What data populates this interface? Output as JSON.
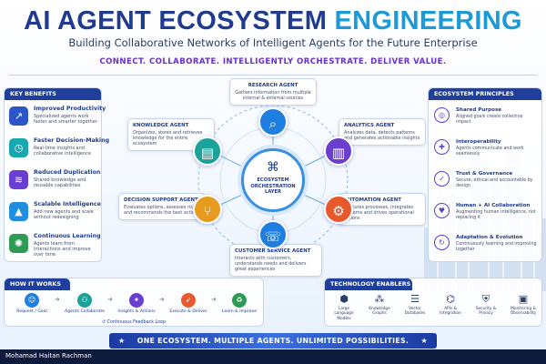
{
  "header": {
    "title_part1": "AI AGENT ECOSYSTEM",
    "title_part2": "ENGINEERING",
    "subtitle": "Building Collaborative Networks of Intelligent Agents for the Future Enterprise",
    "tagline": "CONNECT. COLLABORATE. INTELLIGENTLY ORCHESTRATE. DELIVER VALUE."
  },
  "benefits": {
    "heading": "KEY BENEFITS",
    "items": [
      {
        "title": "Improved Productivity",
        "desc": "Specialized agents work faster and smarter together",
        "icon": "trend-up-icon",
        "color": "#2a56c8"
      },
      {
        "title": "Faster Decision-Making",
        "desc": "Real-time insights and collaborative intelligence",
        "icon": "stopwatch-icon",
        "color": "#18a9b0"
      },
      {
        "title": "Reduced Duplication",
        "desc": "Shared knowledge and reusable capabilities",
        "icon": "layers-icon",
        "color": "#6a3fd0"
      },
      {
        "title": "Scalable Intelligence",
        "desc": "Add new agents and scale without redesigning",
        "icon": "chart-up-icon",
        "color": "#1f8ee0"
      },
      {
        "title": "Continuous Learning",
        "desc": "Agents learn from interactions and improve over time",
        "icon": "brain-icon",
        "color": "#2e9a55"
      }
    ]
  },
  "principles": {
    "heading": "ECOSYSTEM PRINCIPLES",
    "items": [
      {
        "title": "Shared Purpose",
        "desc": "Aligned goals create collective impact",
        "icon": "target-icon"
      },
      {
        "title": "Interoperability",
        "desc": "Agents communicate and work seamlessly",
        "icon": "puzzle-icon"
      },
      {
        "title": "Trust & Governance",
        "desc": "Secure, ethical and accountable by design",
        "icon": "shield-icon"
      },
      {
        "title": "Human + AI Collaboration",
        "desc": "Augmenting human intelligence, not replacing it",
        "icon": "handshake-icon"
      },
      {
        "title": "Adaptation & Evolution",
        "desc": "Continuously learning and improving together",
        "icon": "refresh-icon"
      }
    ]
  },
  "core": {
    "label": "ECOSYSTEM ORCHESTRATION LAYER",
    "icon": "network-icon"
  },
  "agents": [
    {
      "name": "RESEARCH AGENT",
      "desc": "Gathers information from multiple internal & external sources",
      "icon": "search-icon",
      "color": "#1f7fe0"
    },
    {
      "name": "KNOWLEDGE AGENT",
      "desc": "Organizes, stores and retrieves knowledge for the entire ecosystem",
      "icon": "book-icon",
      "color": "#1aa39a"
    },
    {
      "name": "ANALYTICS AGENT",
      "desc": "Analyzes data, detects patterns and generates actionable insights",
      "icon": "bar-chart-icon",
      "color": "#6a3fd0"
    },
    {
      "name": "DECISION SUPPORT AGENT",
      "desc": "Evaluates options, assesses risks and recommends the best actions",
      "icon": "split-arrow-icon",
      "color": "#e69a1e"
    },
    {
      "name": "AUTOMATION AGENT",
      "desc": "Executes processes, integrates systems and drives operational actions",
      "icon": "gear-icon",
      "color": "#e8582c"
    },
    {
      "name": "CUSTOMER SERVICE AGENT",
      "desc": "Interacts with customers, understands needs and delivers great experiences",
      "icon": "headset-icon",
      "color": "#1f7fe0"
    }
  ],
  "how_it_works": {
    "heading": "HOW IT WORKS",
    "steps": [
      {
        "label": "Request / Goal",
        "icon": "user-icon",
        "color": "#1f7fe0"
      },
      {
        "label": "Agents Collaborate",
        "icon": "team-icon",
        "color": "#1aa39a"
      },
      {
        "label": "Insights & Actions",
        "icon": "lightbulb-icon",
        "color": "#6a3fd0"
      },
      {
        "label": "Execute & Deliver",
        "icon": "rocket-icon",
        "color": "#e8582c"
      },
      {
        "label": "Learn & Improve",
        "icon": "recycle-icon",
        "color": "#2e9a55"
      }
    ],
    "loop_label": "Continuous Feedback Loop"
  },
  "tech": {
    "heading": "TECHNOLOGY ENABLERS",
    "items": [
      {
        "label": "Large Language Models",
        "icon": "llm-icon"
      },
      {
        "label": "Knowledge Graphs",
        "icon": "graph-icon"
      },
      {
        "label": "Vector Databases",
        "icon": "database-icon"
      },
      {
        "label": "APIs & Integration",
        "icon": "api-icon"
      },
      {
        "label": "Security & Privacy",
        "icon": "lock-icon"
      },
      {
        "label": "Monitoring & Observability",
        "icon": "monitor-icon"
      }
    ]
  },
  "footer": {
    "banner": "ONE ECOSYSTEM. MULTIPLE AGENTS. UNLIMITED POSSIBILITIES.",
    "author": "Mohamad Haitan Rachman"
  }
}
